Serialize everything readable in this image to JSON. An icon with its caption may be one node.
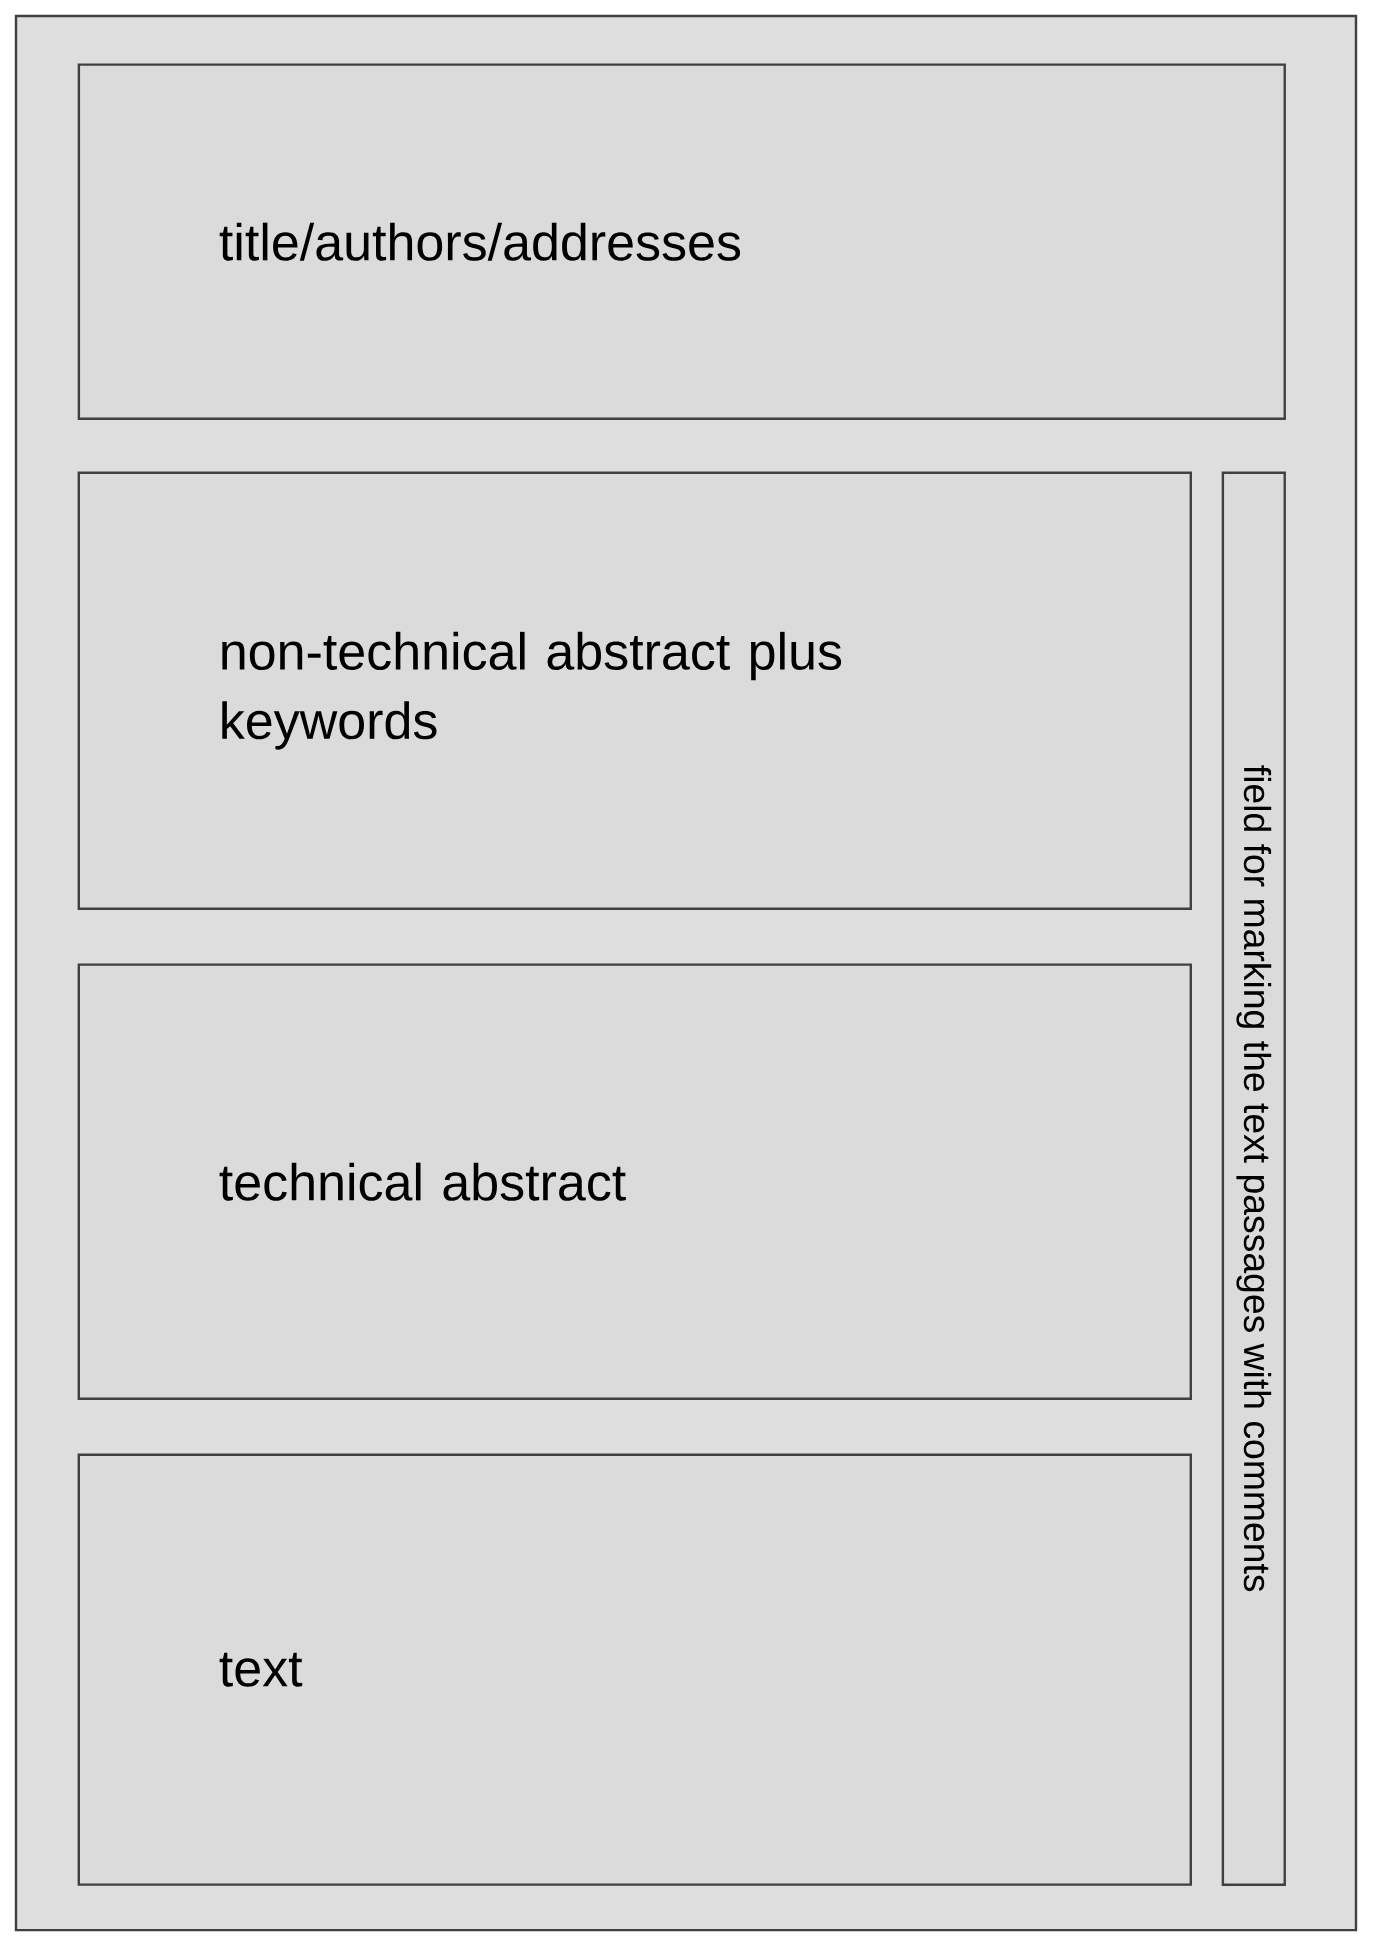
{
  "diagram": {
    "nodes": [
      {
        "text": [],
        "shape": "box"
      },
      {
        "text": [
          "title/authors/addresses"
        ],
        "in": 0
      },
      {
        "text": [
          "non-technical abstract plus keywords"
        ],
        "in": 0
      },
      {
        "text": [
          "technical abstract"
        ],
        "in": 0
      },
      {
        "text": [
          "text"
        ],
        "in": 0
      },
      {
        "text": [
          "field for marking the text passages with comments"
        ],
        "in": 0
      }
    ]
  }
}
